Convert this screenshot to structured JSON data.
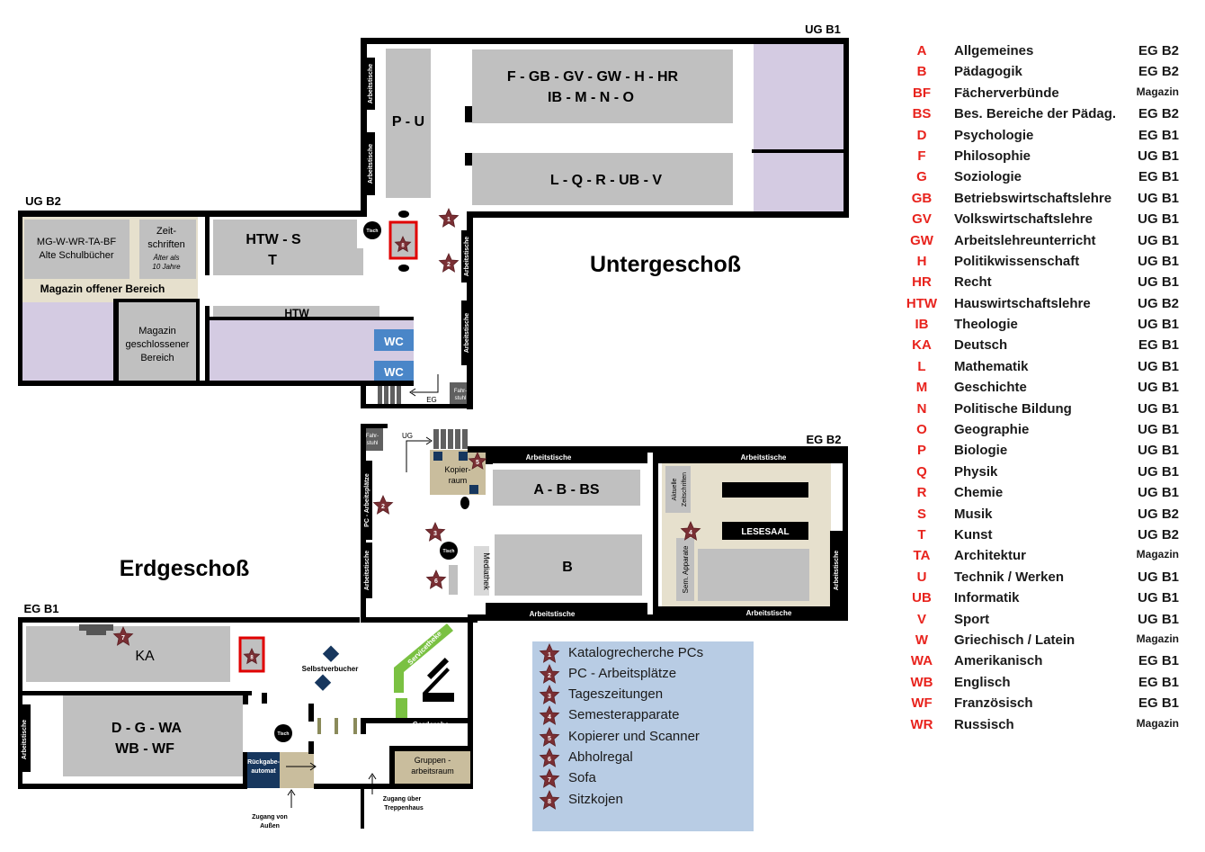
{
  "colors": {
    "wall": "#000000",
    "shelf": "#c0c0c0",
    "magazin": "#d4cbe2",
    "beige": "#e6e0cd",
    "tan": "#c9bd9d",
    "wc": "#4a86c8",
    "green": "#7ac142",
    "navy": "#17375e",
    "star": "#7a2f34",
    "legend_bg": "#b8cce4",
    "code_red": "#e8231d"
  },
  "floors": {
    "ug_b1": "UG B1",
    "ug_b2": "UG B2",
    "eg_b1": "EG B1",
    "eg_b2": "EG B2",
    "untergeschoss": "Untergeschoß",
    "erdgeschoss": "Erdgeschoß"
  },
  "labels": {
    "shelf_fgb_1": "F - GB - GV - GW - H - HR",
    "shelf_fgb_2": "IB - M - N - O",
    "shelf_lq": "L - Q - R - UB - V",
    "shelf_pu": "P - U",
    "shelf_htws": "HTW - S",
    "shelf_t": "T",
    "shelf_htw": "HTW",
    "mg_1": "MG-W-WR-TA-BF",
    "mg_2": "Alte Schulbücher",
    "zeit_1": "Zeit-",
    "zeit_2": "schriften",
    "zeit_3": "Älter als",
    "zeit_4": "10 Jahre",
    "mag_offen": "Magazin offener Bereich",
    "mag_geschl_1": "Magazin",
    "mag_geschl_2": "geschlossener",
    "mag_geschl_3": "Bereich",
    "wc": "WC",
    "arbeitstische": "Arbeitstische",
    "tisch": "Tisch",
    "fahrstuhl_1": "Fahr-",
    "fahrstuhl_2": "stuhl",
    "eg": "EG",
    "ug": "UG",
    "kopier_1": "Kopier-",
    "kopier_2": "raum",
    "shelf_abbs": "A - B - BS",
    "shelf_b": "B",
    "mediathek": "Mediathek",
    "aktuelle_1": "Aktuelle",
    "aktuelle_2": "Zeitschriften",
    "lesesaal": "LESESAAL",
    "sem_app": "Sem. Apparate",
    "pc_arbeit": "PC - Arbeitsplätze",
    "katalog": "Katalogrecherche",
    "ka": "KA",
    "shelf_dg": "D - G - WA",
    "shelf_wb": "WB - WF",
    "selbst": "Selbstverbucher",
    "servicetheke": "Servicetheke",
    "garderobe": "Garderobe",
    "gruppen_1": "Gruppen -",
    "gruppen_2": "arbeitsraum",
    "rueck_1": "Rückgabe-",
    "rueck_2": "automat",
    "zugang_aussen_1": "Zugang von",
    "zugang_aussen_2": "Außen",
    "zugang_treppe_1": "Zugang über",
    "zugang_treppe_2": "Treppenhaus"
  },
  "stars": {
    "s1": "1",
    "s2": "2",
    "s3": "3",
    "s4": "4",
    "s5": "5",
    "s6": "6",
    "s7": "7",
    "s8": "8"
  },
  "legend": [
    {
      "num": "1",
      "label": "Katalogrecherche PCs"
    },
    {
      "num": "2",
      "label": "PC - Arbeitsplätze"
    },
    {
      "num": "3",
      "label": "Tageszeitungen"
    },
    {
      "num": "4",
      "label": "Semesterapparate"
    },
    {
      "num": "5",
      "label": "Kopierer und Scanner"
    },
    {
      "num": "6",
      "label": "Abholregal"
    },
    {
      "num": "7",
      "label": "Sofa"
    },
    {
      "num": "8",
      "label": "Sitzkojen"
    }
  ],
  "subjects": [
    {
      "code": "A",
      "name": "Allgemeines",
      "loc": "EG B2"
    },
    {
      "code": "B",
      "name": "Pädagogik",
      "loc": "EG B2"
    },
    {
      "code": "BF",
      "name": "Fächerverbünde",
      "loc": "Magazin"
    },
    {
      "code": "BS",
      "name": "Bes. Bereiche der Pädag.",
      "loc": "EG B2"
    },
    {
      "code": "D",
      "name": "Psychologie",
      "loc": "EG B1"
    },
    {
      "code": "F",
      "name": "Philosophie",
      "loc": "UG B1"
    },
    {
      "code": "G",
      "name": "Soziologie",
      "loc": "EG B1"
    },
    {
      "code": "GB",
      "name": "Betriebswirtschaftslehre",
      "loc": "UG B1"
    },
    {
      "code": "GV",
      "name": "Volkswirtschaftslehre",
      "loc": "UG B1"
    },
    {
      "code": "GW",
      "name": "Arbeitslehreunterricht",
      "loc": "UG B1"
    },
    {
      "code": "H",
      "name": "Politikwissenschaft",
      "loc": "UG B1"
    },
    {
      "code": "HR",
      "name": "Recht",
      "loc": "UG B1"
    },
    {
      "code": "HTW",
      "name": "Hauswirtschaftslehre",
      "loc": "UG B2"
    },
    {
      "code": "IB",
      "name": "Theologie",
      "loc": "UG B1"
    },
    {
      "code": "KA",
      "name": "Deutsch",
      "loc": "EG B1"
    },
    {
      "code": "L",
      "name": "Mathematik",
      "loc": "UG B1"
    },
    {
      "code": "M",
      "name": "Geschichte",
      "loc": "UG B1"
    },
    {
      "code": "N",
      "name": "Politische Bildung",
      "loc": "UG B1"
    },
    {
      "code": "O",
      "name": "Geographie",
      "loc": "UG B1"
    },
    {
      "code": "P",
      "name": "Biologie",
      "loc": "UG B1"
    },
    {
      "code": "Q",
      "name": "Physik",
      "loc": "UG B1"
    },
    {
      "code": "R",
      "name": "Chemie",
      "loc": "UG B1"
    },
    {
      "code": "S",
      "name": "Musik",
      "loc": "UG B2"
    },
    {
      "code": "T",
      "name": "Kunst",
      "loc": "UG B2"
    },
    {
      "code": "TA",
      "name": "Architektur",
      "loc": "Magazin"
    },
    {
      "code": "U",
      "name": "Technik / Werken",
      "loc": "UG B1"
    },
    {
      "code": "UB",
      "name": "Informatik",
      "loc": "UG B1"
    },
    {
      "code": "V",
      "name": "Sport",
      "loc": "UG B1"
    },
    {
      "code": "W",
      "name": "Griechisch / Latein",
      "loc": "Magazin"
    },
    {
      "code": "WA",
      "name": "Amerikanisch",
      "loc": "EG B1"
    },
    {
      "code": "WB",
      "name": "Englisch",
      "loc": "EG B1"
    },
    {
      "code": "WF",
      "name": "Französisch",
      "loc": "EG B1"
    },
    {
      "code": "WR",
      "name": "Russisch",
      "loc": "Magazin"
    }
  ]
}
